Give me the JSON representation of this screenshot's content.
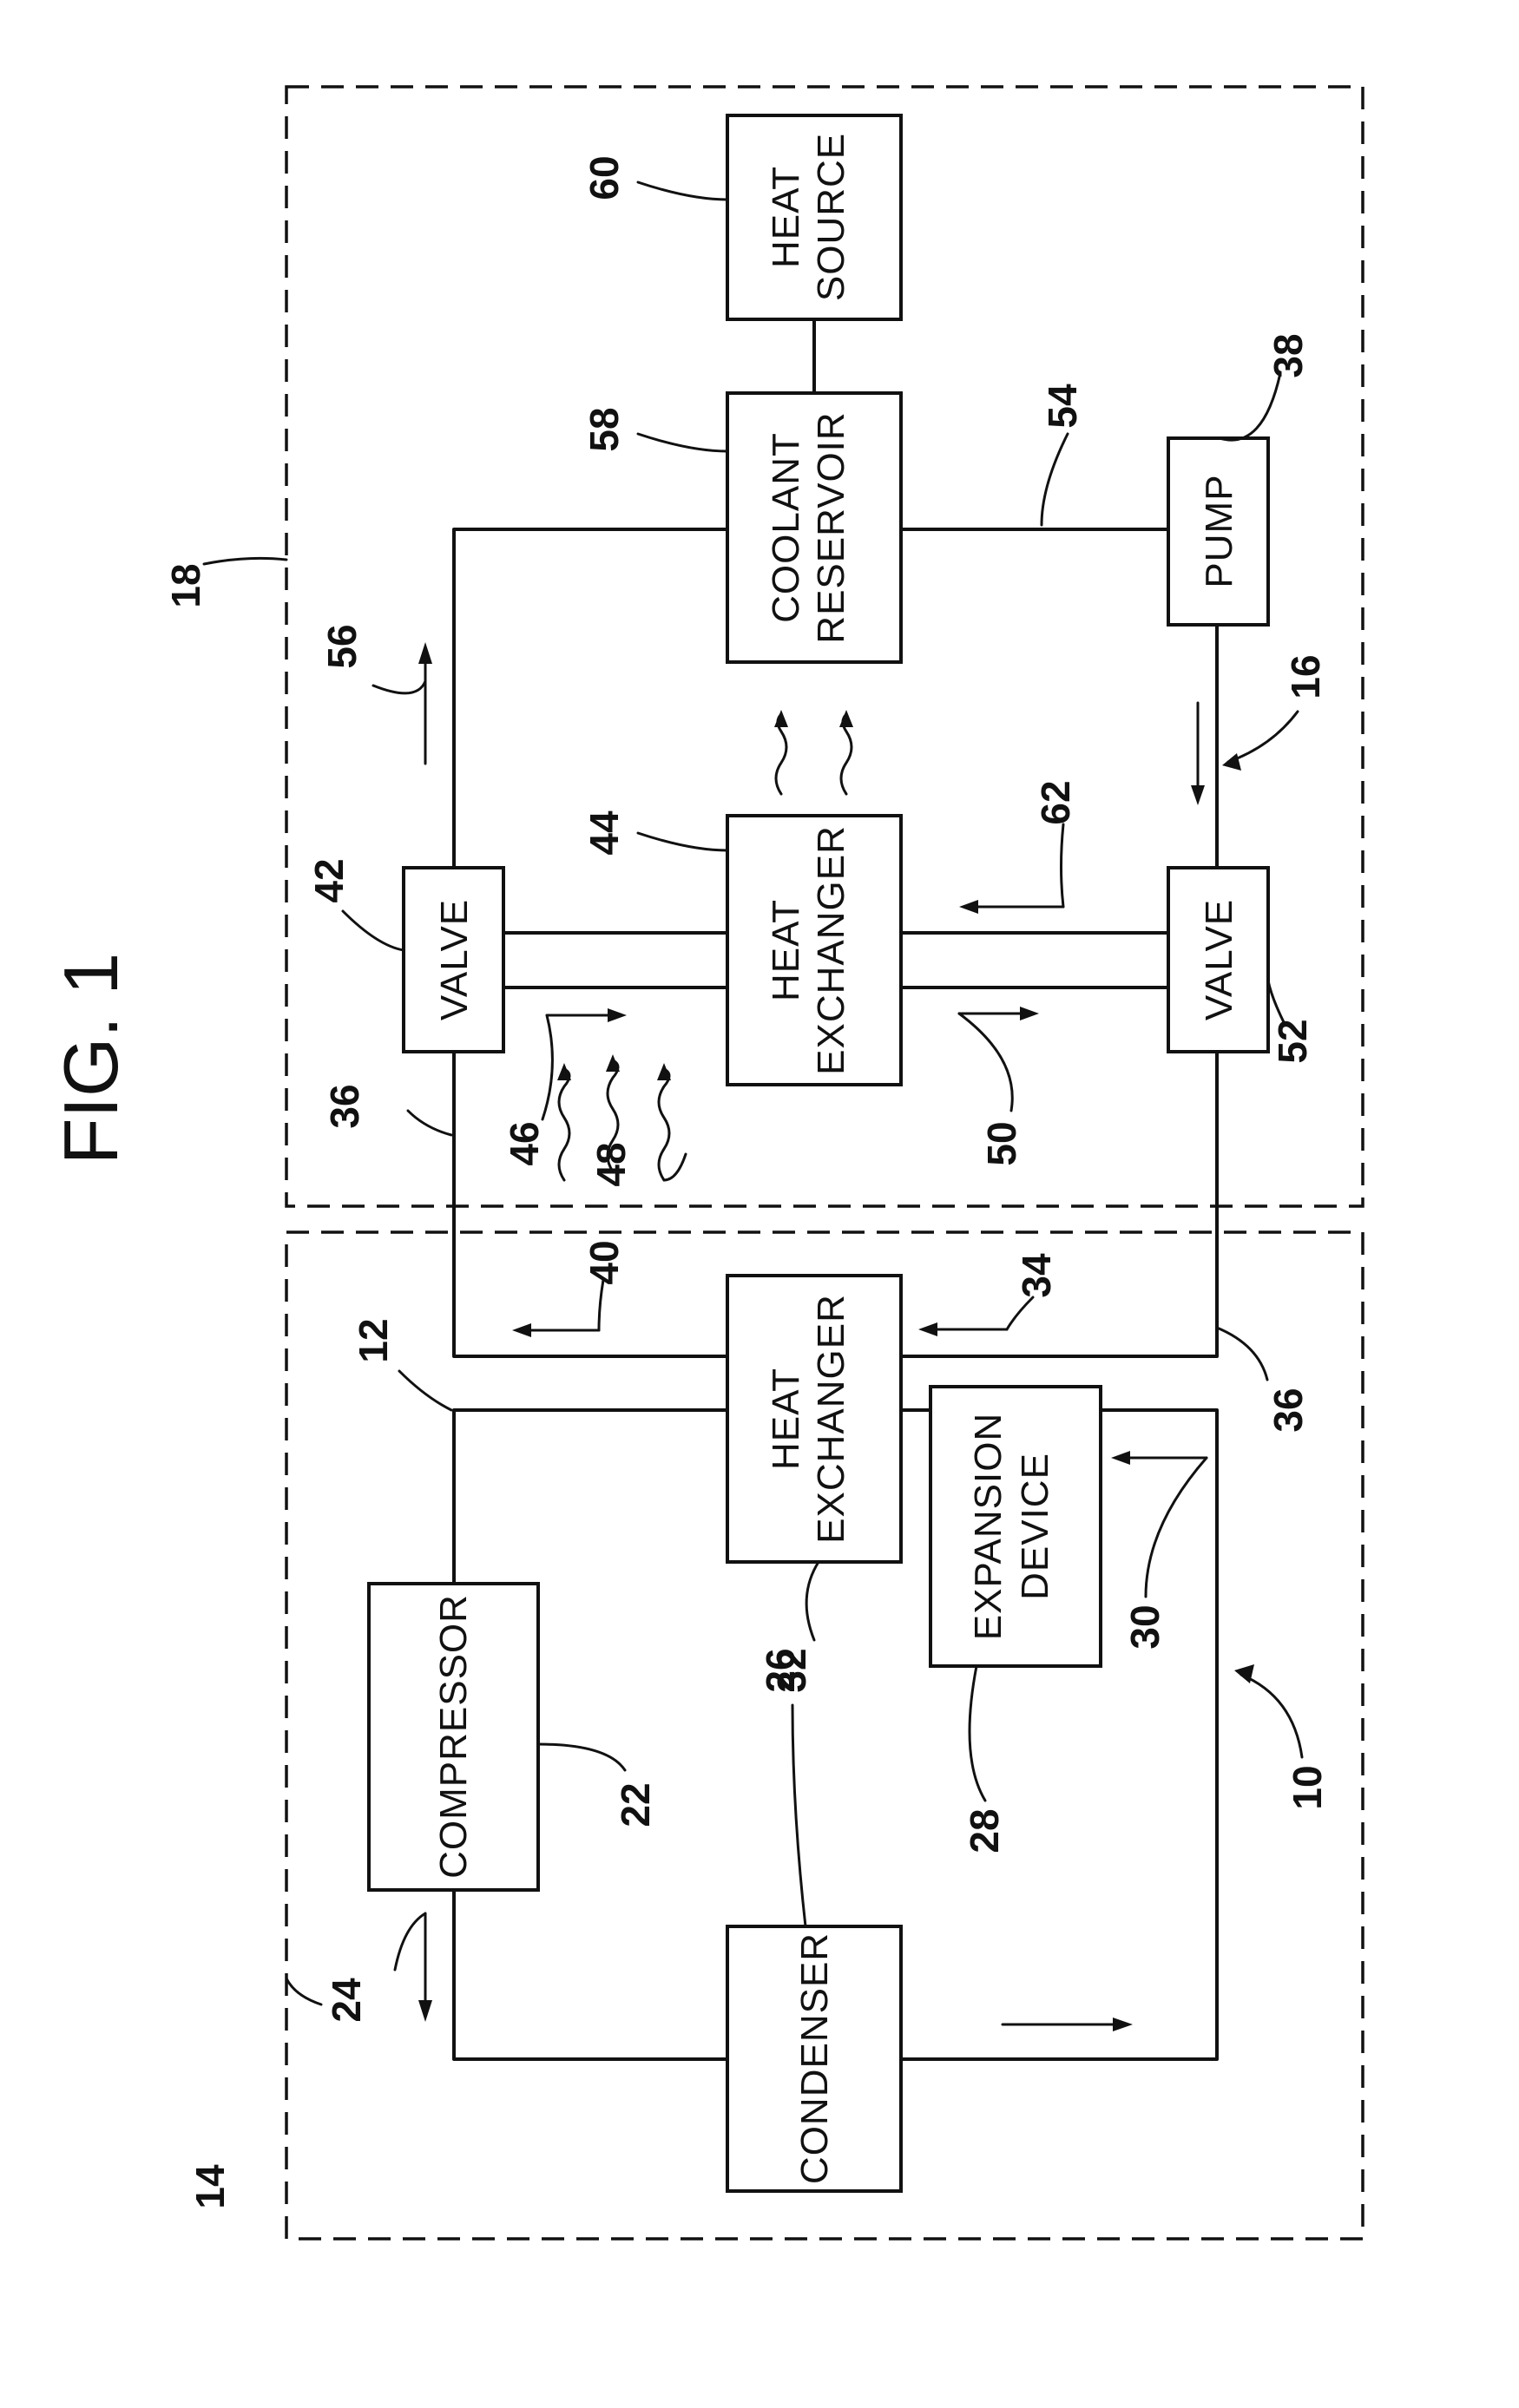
{
  "figure": {
    "title": "FIG. 1"
  },
  "subsystems": {
    "left_system_ref": "14",
    "right_system_ref": "18",
    "refrigeration_loop_ref": "10",
    "coolant_loop_ref": "16"
  },
  "components": {
    "compressor": {
      "label": "COMPRESSOR",
      "ref": "22"
    },
    "condenser": {
      "label": "CONDENSER",
      "ref": "26"
    },
    "expansion_device": {
      "line1": "EXPANSION",
      "line2": "DEVICE",
      "ref": "28"
    },
    "heat_exchanger_lower": {
      "line1": "HEAT",
      "line2": "EXCHANGER",
      "ref": "32"
    },
    "heat_exchanger_upper": {
      "line1": "HEAT",
      "line2": "EXCHANGER",
      "ref": "44"
    },
    "valve_left": {
      "label": "VALVE",
      "ref": "42"
    },
    "valve_right": {
      "label": "VALVE",
      "ref": "52"
    },
    "coolant_reservoir": {
      "line1": "COOLANT",
      "line2": "RESERVOIR",
      "ref": "58"
    },
    "heat_source": {
      "line1": "HEAT",
      "line2": "SOURCE",
      "ref": "60"
    },
    "pump": {
      "label": "PUMP",
      "ref": "38"
    }
  },
  "flow_refs": {
    "refrigerant_line": "12",
    "flow_24": "24",
    "flow_30": "30",
    "flow_34": "34",
    "coolant_line_left": "36",
    "coolant_line_right": "36",
    "flow_40": "40",
    "flow_46": "46",
    "heat_48": "48",
    "flow_50": "50",
    "flow_54": "54",
    "flow_56": "56",
    "flow_62": "62"
  }
}
